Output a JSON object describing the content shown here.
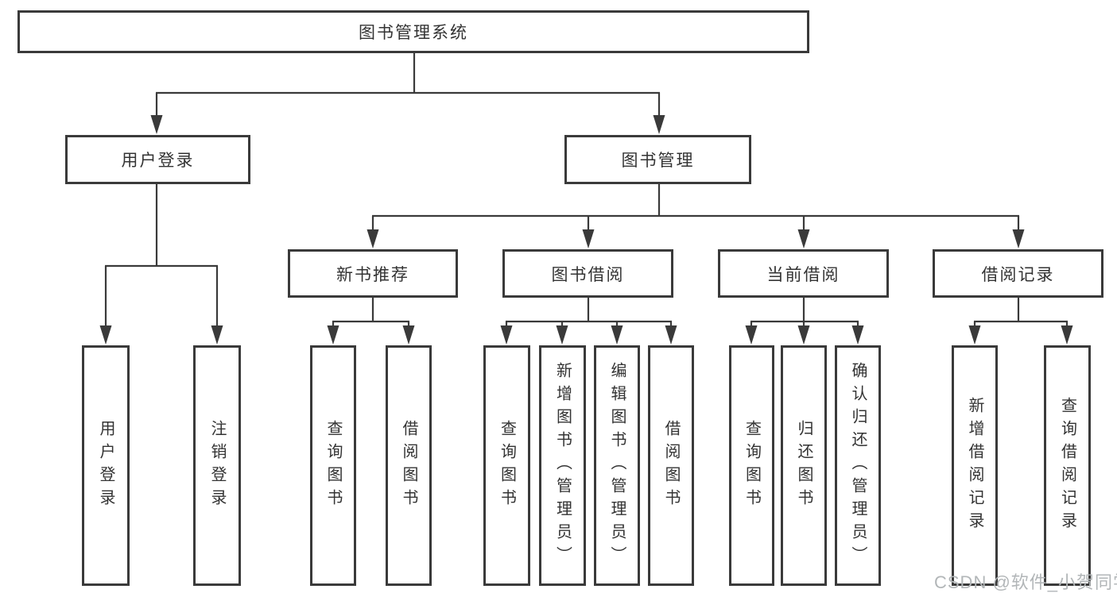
{
  "nodes": {
    "root": {
      "label": "图书管理系统"
    },
    "user_login": {
      "label": "用户登录"
    },
    "book_mgmt": {
      "label": "图书管理"
    },
    "new_book_rec": {
      "label": "新书推荐"
    },
    "book_borrow": {
      "label": "图书借阅"
    },
    "current_borrow": {
      "label": "当前借阅"
    },
    "borrow_record": {
      "label": "借阅记录"
    },
    "leaf_user_login": {
      "label": "用户登录"
    },
    "leaf_logout": {
      "label": "注销登录"
    },
    "leaf_query_book_rec": {
      "label": "查询图书"
    },
    "leaf_borrow_book_rec": {
      "label": "借阅图书"
    },
    "leaf_query_book_borrow": {
      "label": "查询图书"
    },
    "leaf_add_book": {
      "label": "新增图书（管理员）"
    },
    "leaf_edit_book": {
      "label": "编辑图书（管理员）"
    },
    "leaf_borrow_book_2": {
      "label": "借阅图书"
    },
    "leaf_query_book_current": {
      "label": "查询图书"
    },
    "leaf_return_book": {
      "label": "归还图书"
    },
    "leaf_confirm_return": {
      "label": "确认归还（管理员）"
    },
    "leaf_add_record": {
      "label": "新增借阅记录"
    },
    "leaf_query_record": {
      "label": "查询借阅记录"
    }
  },
  "tree": {
    "图书管理系统": {
      "用户登录": [
        "用户登录",
        "注销登录"
      ],
      "图书管理": {
        "新书推荐": [
          "查询图书",
          "借阅图书"
        ],
        "图书借阅": [
          "查询图书",
          "新增图书（管理员）",
          "编辑图书（管理员）",
          "借阅图书"
        ],
        "当前借阅": [
          "查询图书",
          "归还图书",
          "确认归还（管理员）"
        ],
        "借阅记录": [
          "新增借阅记录",
          "查询借阅记录"
        ]
      }
    }
  },
  "watermark": "CSDN @软件_小贺同学",
  "colors": {
    "line": "#3a3a3a",
    "box_border": "#3a3a3a",
    "text": "#333333",
    "background": "#ffffff",
    "watermark": "#b2b6b8"
  }
}
